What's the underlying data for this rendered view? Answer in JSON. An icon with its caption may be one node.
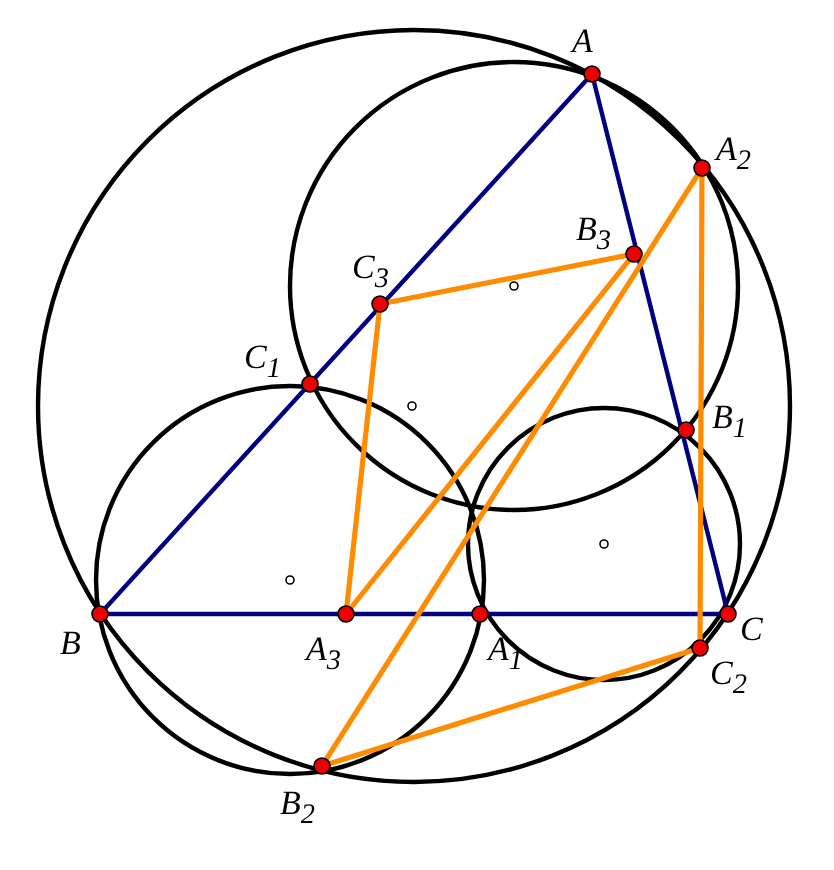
{
  "diagram": {
    "labels": [
      "A",
      "A$_{2}$",
      "B$_{3}$",
      "C$_{3}$",
      "C$_{1}$",
      "B$_{1}$",
      "B",
      "A$_{3}$",
      "A$_{1}$",
      "C",
      "C$_{2}$",
      "B$_{2}$"
    ]
  }
}
